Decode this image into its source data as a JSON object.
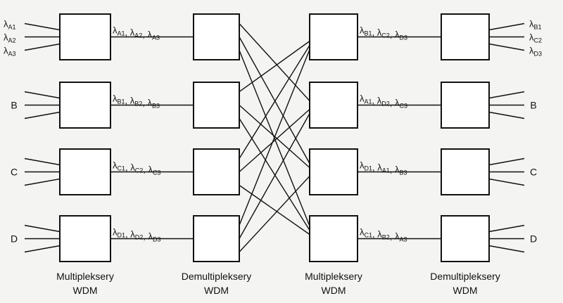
{
  "columns": [
    {
      "label_line1": "Multipleksery",
      "label_line2": "WDM"
    },
    {
      "label_line1": "Demultipleksery",
      "label_line2": "WDM"
    },
    {
      "label_line1": "Multipleksery",
      "label_line2": "WDM"
    },
    {
      "label_line1": "Demultipleksery",
      "label_line2": "WDM"
    }
  ],
  "inputs": [
    {
      "names": [
        {
          "sym": "λ",
          "sub": "A1"
        },
        {
          "sym": "λ",
          "sub": "A2"
        },
        {
          "sym": "λ",
          "sub": "A3"
        }
      ]
    },
    {
      "name": "B"
    },
    {
      "name": "C"
    },
    {
      "name": "D"
    }
  ],
  "outputs": [
    {
      "names": [
        {
          "sym": "λ",
          "sub": "B1"
        },
        {
          "sym": "λ",
          "sub": "C2"
        },
        {
          "sym": "λ",
          "sub": "D3"
        }
      ]
    },
    {
      "name": "B"
    },
    {
      "name": "C"
    },
    {
      "name": "D"
    }
  ],
  "links_left": [
    [
      {
        "sym": "λ",
        "sub": "A1"
      },
      {
        "sym": "λ",
        "sub": "A2"
      },
      {
        "sym": "λ",
        "sub": "A3"
      }
    ],
    [
      {
        "sym": "λ",
        "sub": "B1"
      },
      {
        "sym": "λ",
        "sub": "B2"
      },
      {
        "sym": "λ",
        "sub": "B3"
      }
    ],
    [
      {
        "sym": "λ",
        "sub": "C1"
      },
      {
        "sym": "λ",
        "sub": "C2"
      },
      {
        "sym": "λ",
        "sub": "C3"
      }
    ],
    [
      {
        "sym": "λ",
        "sub": "D1"
      },
      {
        "sym": "λ",
        "sub": "D2"
      },
      {
        "sym": "λ",
        "sub": "D3"
      }
    ]
  ],
  "links_right": [
    [
      {
        "sym": "λ",
        "sub": "B1"
      },
      {
        "sym": "λ",
        "sub": "C2"
      },
      {
        "sym": "λ",
        "sub": "D3"
      }
    ],
    [
      {
        "sym": "λ",
        "sub": "A1"
      },
      {
        "sym": "λ",
        "sub": "D2"
      },
      {
        "sym": "λ",
        "sub": "C3"
      }
    ],
    [
      {
        "sym": "λ",
        "sub": "D1"
      },
      {
        "sym": "λ",
        "sub": "A1"
      },
      {
        "sym": "λ",
        "sub": "B3"
      }
    ],
    [
      {
        "sym": "λ",
        "sub": "C1"
      },
      {
        "sym": "λ",
        "sub": "B2"
      },
      {
        "sym": "λ",
        "sub": "A3"
      }
    ]
  ],
  "separator": ","
}
